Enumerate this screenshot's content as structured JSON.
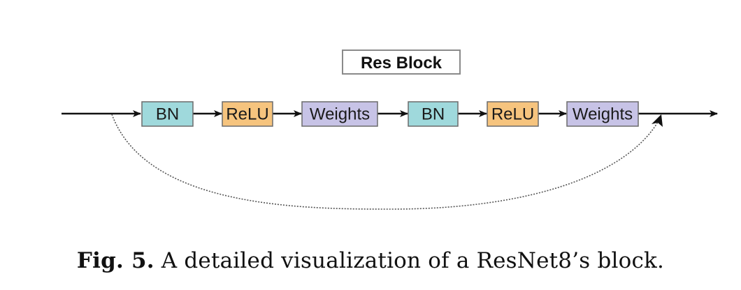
{
  "title": "Res Block",
  "blocks": [
    {
      "label": "BN",
      "color": "#9fd9dc"
    },
    {
      "label": "ReLU",
      "color": "#f6c47e"
    },
    {
      "label": "Weights",
      "color": "#c7c3e6"
    },
    {
      "label": "BN",
      "color": "#9fd9dc"
    },
    {
      "label": "ReLU",
      "color": "#f6c47e"
    },
    {
      "label": "Weights",
      "color": "#c7c3e6"
    }
  ],
  "caption": {
    "label": "Fig. 5.",
    "text": "A detailed visualization of a ResNet8’s block."
  }
}
